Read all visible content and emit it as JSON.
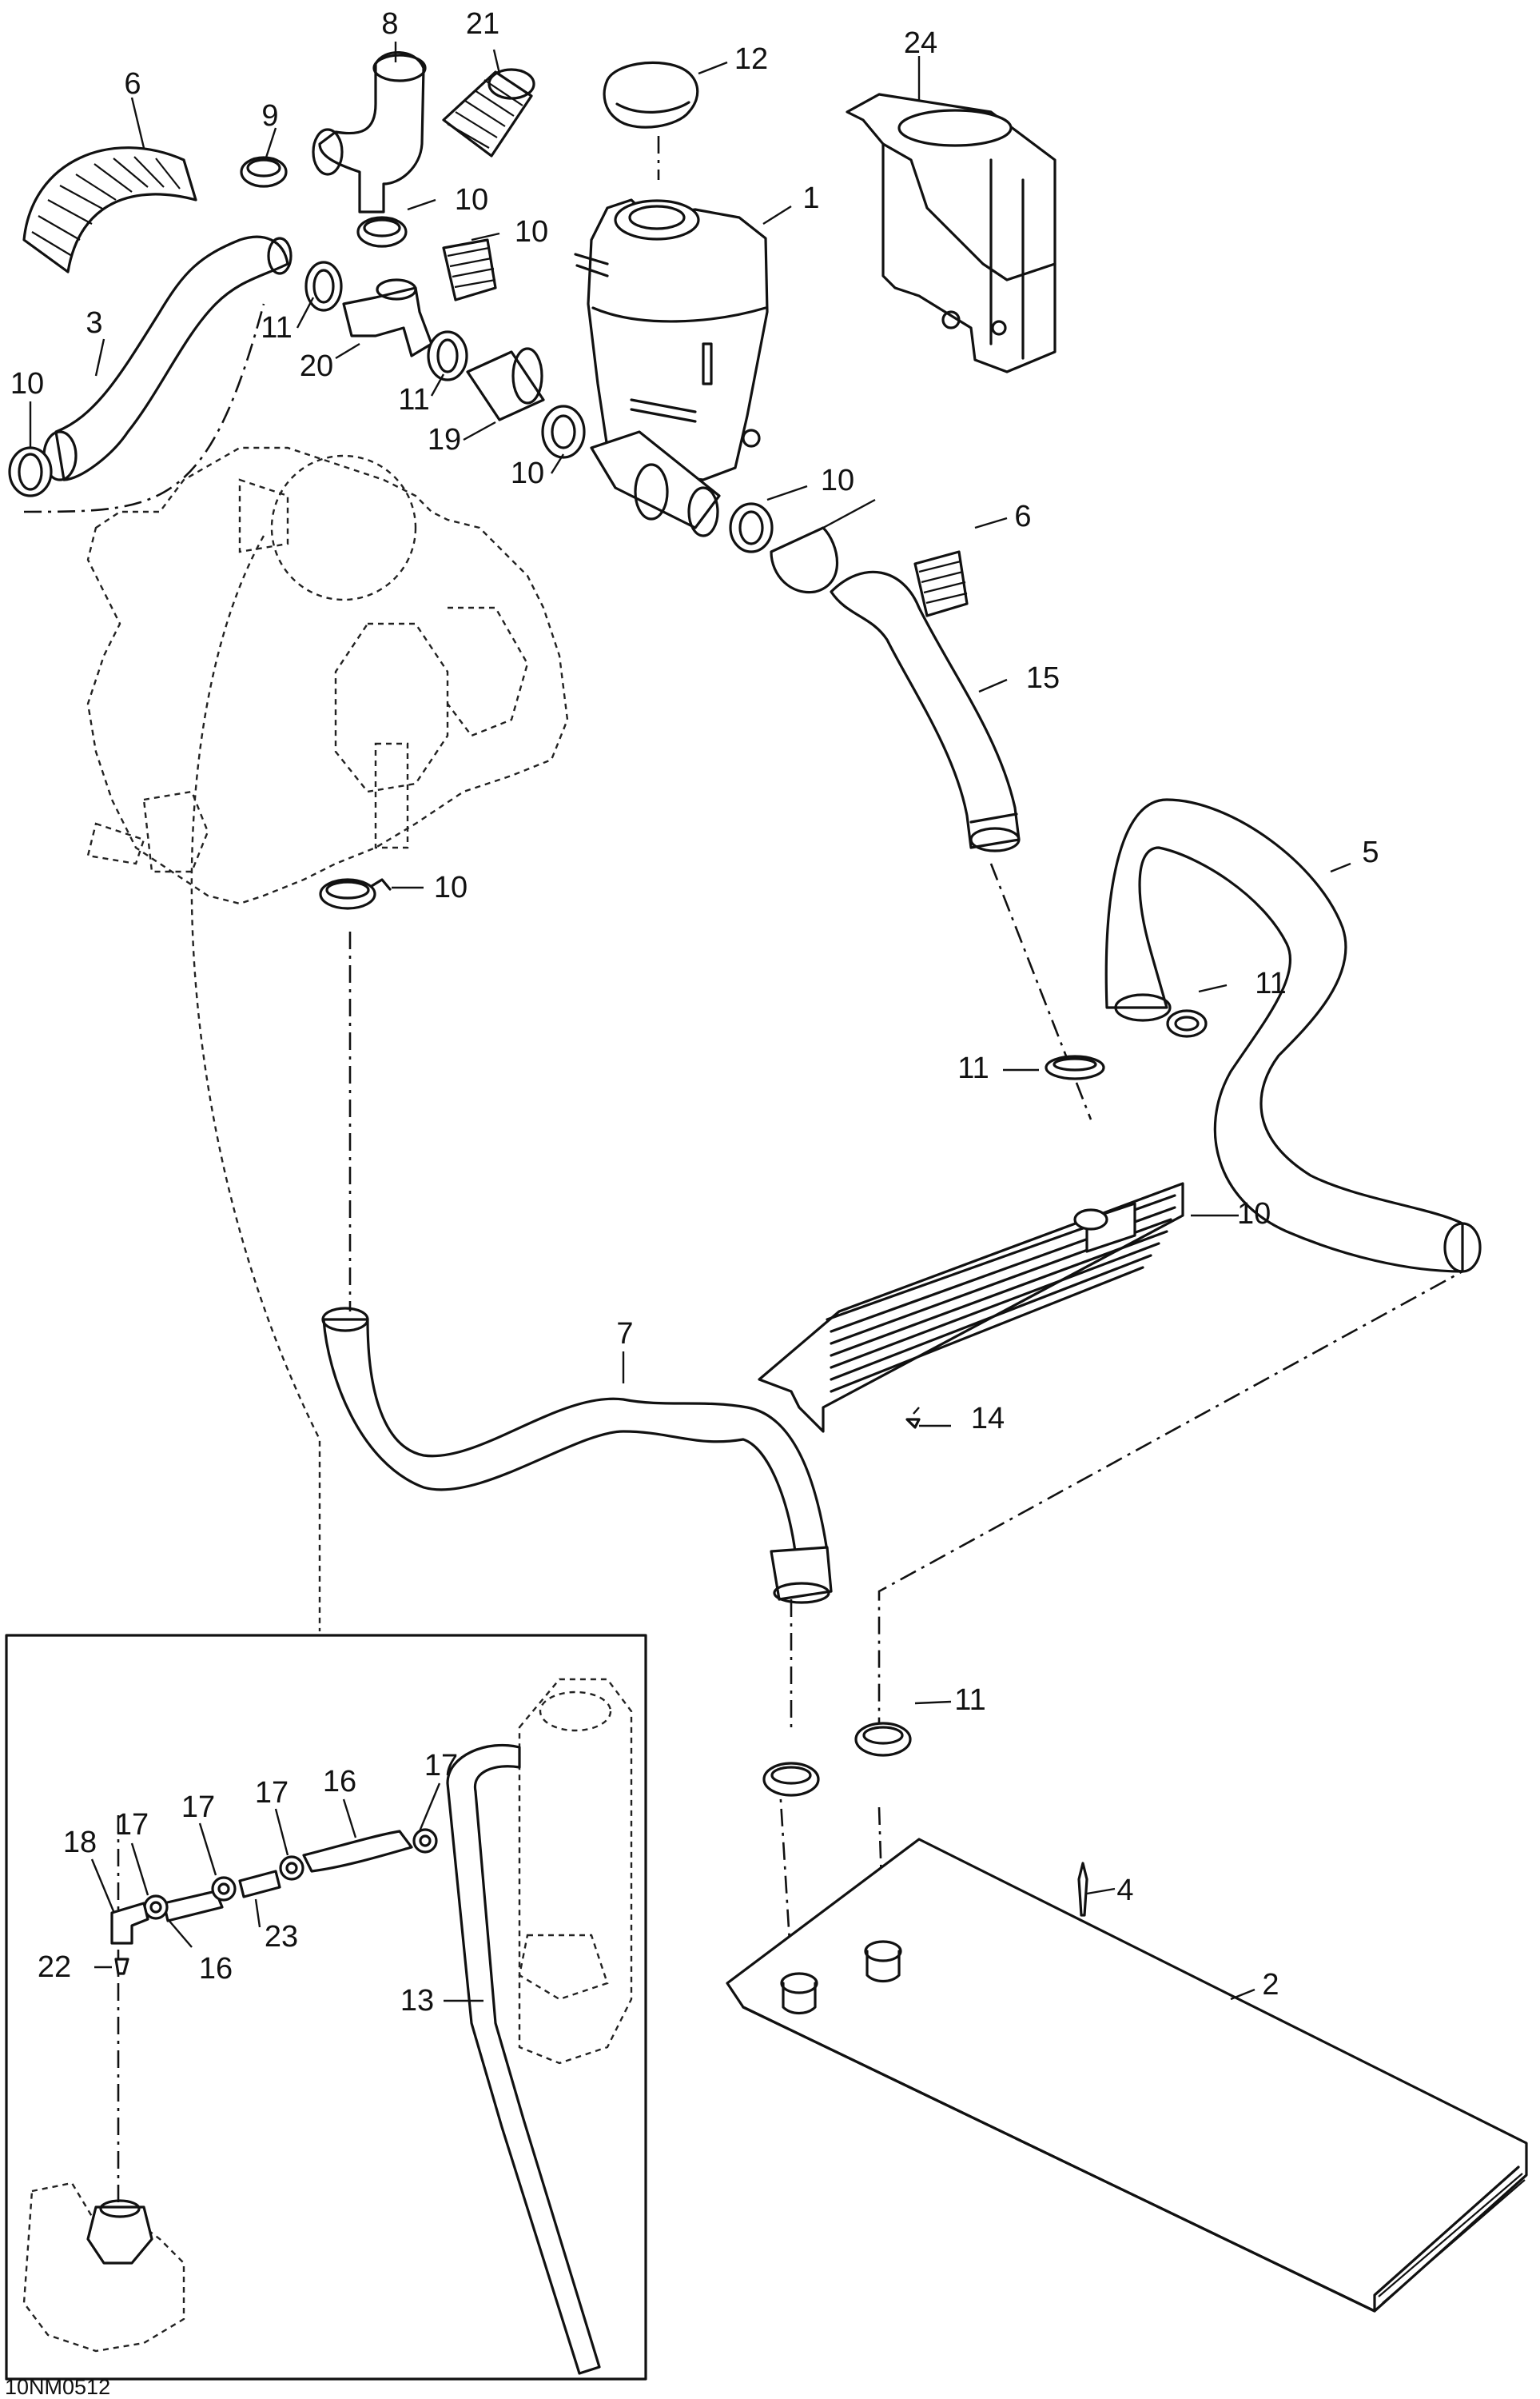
{
  "figure_ref": "10NM0512",
  "callouts": [
    "1",
    "2",
    "3",
    "4",
    "5",
    "6",
    "6",
    "7",
    "8",
    "9",
    "10",
    "10",
    "10",
    "10",
    "10",
    "10",
    "10",
    "11",
    "11",
    "11",
    "11",
    "11",
    "12",
    "13",
    "14",
    "15",
    "16",
    "16",
    "17",
    "17",
    "17",
    "17",
    "18",
    "19",
    "20",
    "21",
    "22",
    "23",
    "24"
  ]
}
